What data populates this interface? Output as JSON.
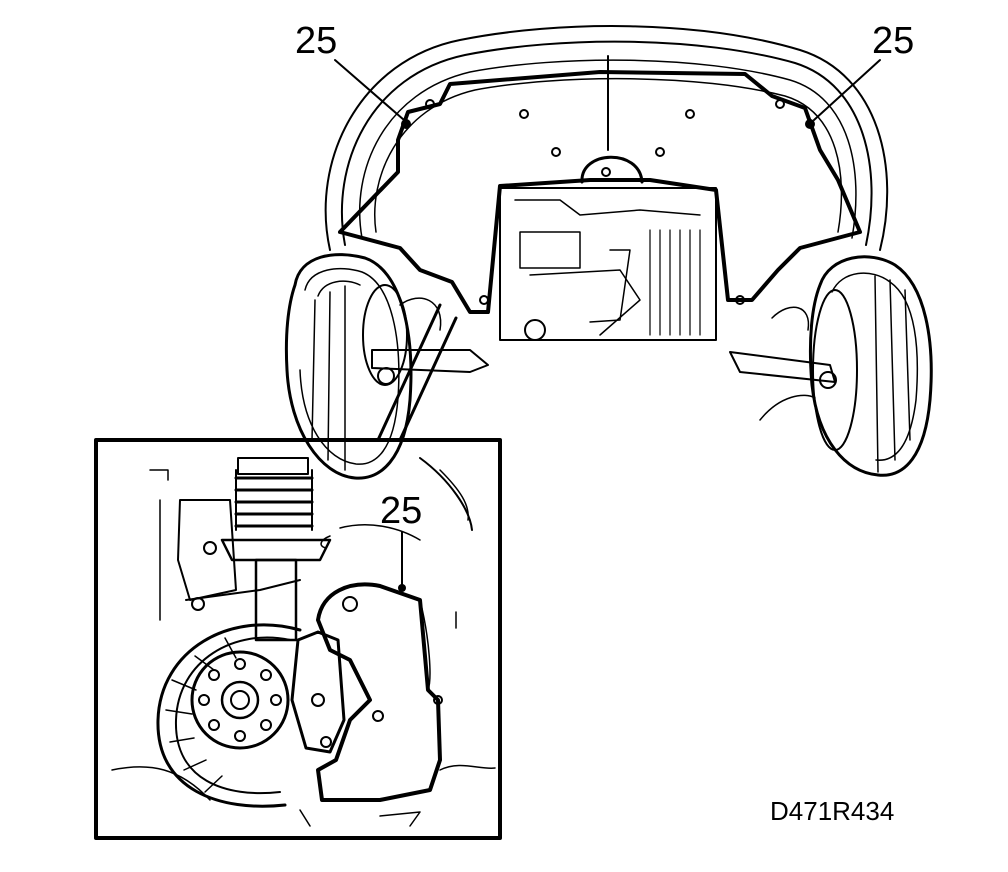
{
  "callouts": {
    "left": "25",
    "right": "25",
    "inset": "25"
  },
  "figure_code": "D471R434",
  "colors": {
    "ink": "#000000",
    "paper": "#ffffff"
  }
}
